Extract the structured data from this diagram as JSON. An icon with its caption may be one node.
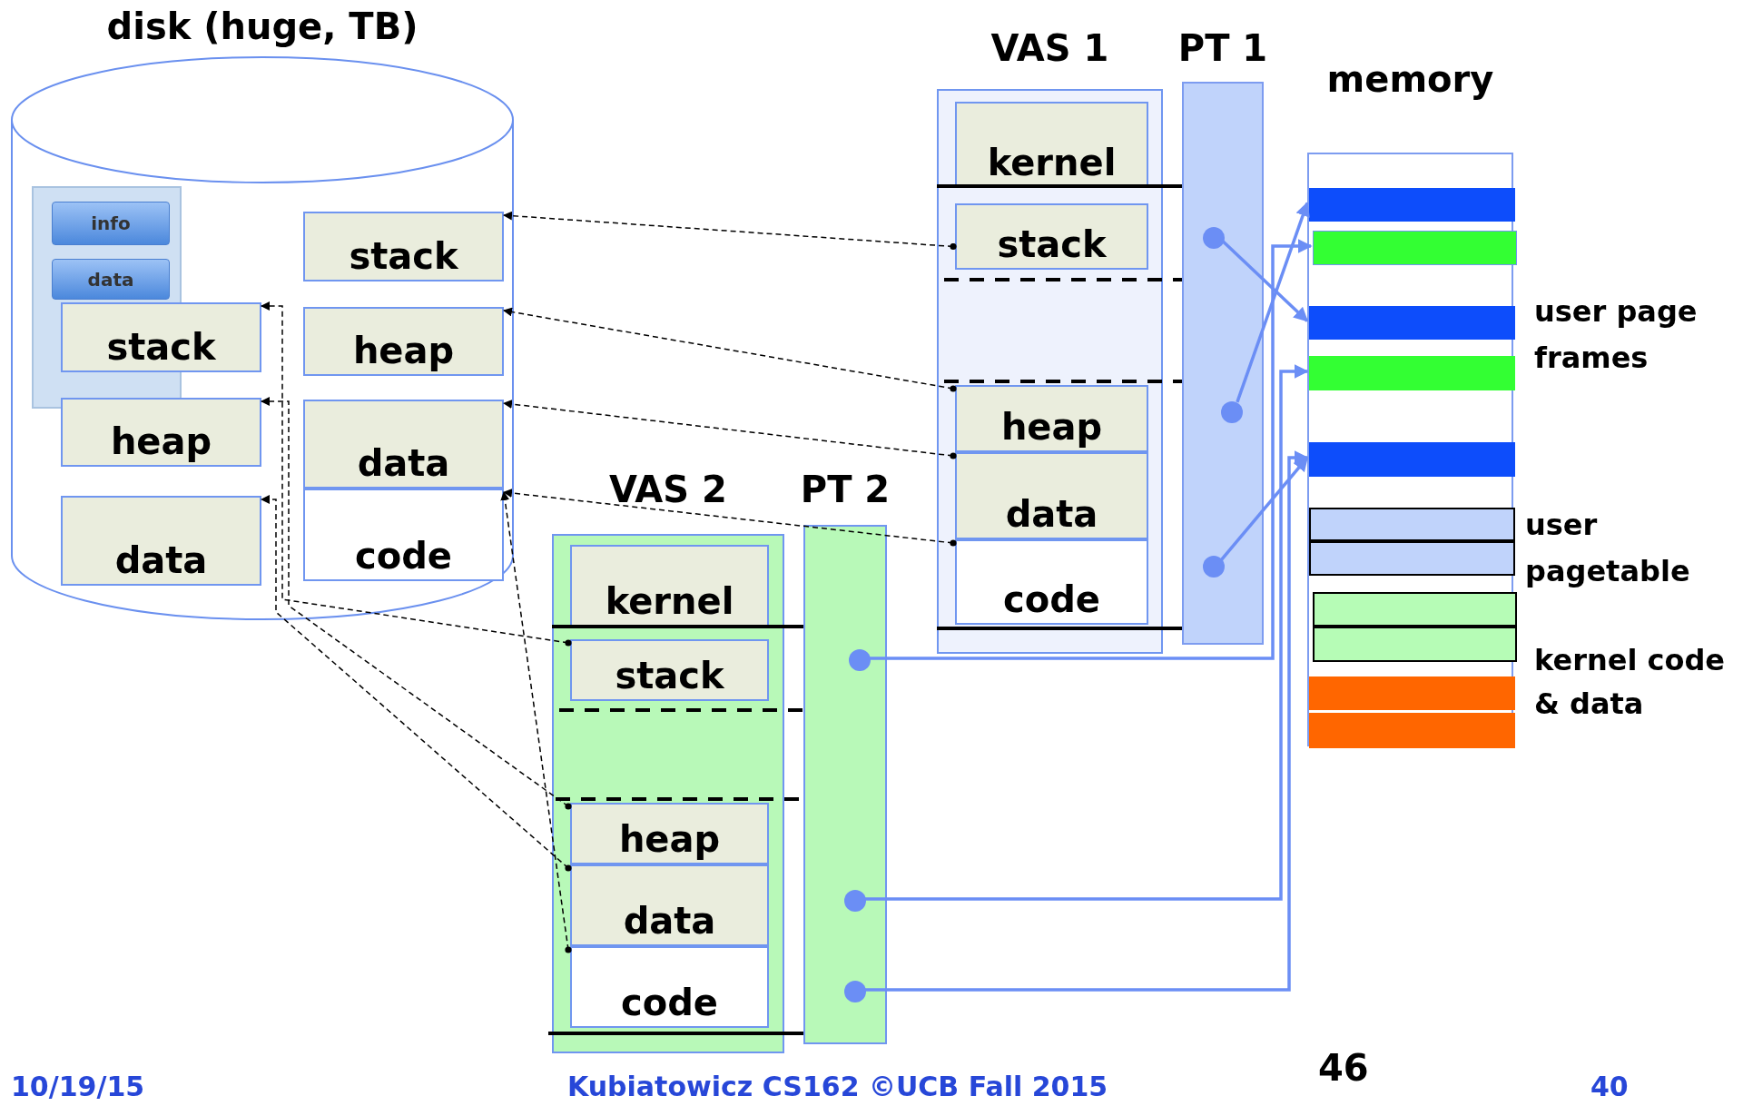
{
  "diagram": {
    "nodes": [
      {
        "text": [
          "disk (huge, TB)"
        ]
      },
      {
        "text": [],
        "shape": "box",
        "in": 0
      },
      {
        "text": [
          "info"
        ],
        "in": 1
      },
      {
        "text": [
          "data"
        ],
        "in": 1
      },
      {
        "text": [
          "stack"
        ],
        "in": 0
      },
      {
        "text": [
          "heap"
        ],
        "in": 0
      },
      {
        "text": [
          "data"
        ],
        "in": 0
      },
      {
        "text": [
          "stack"
        ],
        "in": 0
      },
      {
        "text": [
          "heap"
        ],
        "in": 0
      },
      {
        "text": [
          "data"
        ],
        "in": 0
      },
      {
        "text": [
          "code"
        ],
        "in": 0
      },
      {
        "text": [
          "VAS 1"
        ]
      },
      {
        "text": [
          "kernel"
        ],
        "in": 11
      },
      {
        "text": [
          "stack"
        ],
        "in": 11
      },
      {
        "text": [
          "heap"
        ],
        "in": 11
      },
      {
        "text": [
          "data"
        ],
        "in": 11
      },
      {
        "text": [
          "code"
        ],
        "in": 11
      },
      {
        "text": [
          "PT 1"
        ]
      },
      {
        "text": [],
        "shape": "circle",
        "in": 17
      },
      {
        "text": [],
        "shape": "circle",
        "in": 17
      },
      {
        "text": [],
        "shape": "circle",
        "in": 17
      },
      {
        "text": [
          "memory"
        ]
      },
      {
        "text": [],
        "shape": "bar",
        "in": 21
      },
      {
        "text": [],
        "shape": "bar",
        "in": 21
      },
      {
        "text": [],
        "shape": "bar",
        "in": 21
      },
      {
        "text": [],
        "shape": "bar",
        "in": 21
      },
      {
        "text": [],
        "shape": "bar",
        "in": 21
      },
      {
        "text": [],
        "shape": "bar",
        "in": 21
      },
      {
        "text": [],
        "shape": "bar",
        "in": 21
      },
      {
        "text": [],
        "shape": "bar",
        "in": 21
      },
      {
        "text": [],
        "shape": "bar",
        "in": 21
      },
      {
        "text": [],
        "shape": "bar",
        "in": 21
      },
      {
        "text": [],
        "shape": "bar",
        "in": 21
      },
      {
        "text": [
          "VAS 2"
        ]
      },
      {
        "text": [
          "kernel"
        ],
        "in": 33
      },
      {
        "text": [
          "stack"
        ],
        "in": 33
      },
      {
        "text": [
          "heap"
        ],
        "in": 33
      },
      {
        "text": [
          "data"
        ],
        "in": 33
      },
      {
        "text": [
          "code"
        ],
        "in": 33
      },
      {
        "text": [
          "PT 2"
        ]
      },
      {
        "text": [],
        "shape": "circle",
        "in": 39
      },
      {
        "text": [],
        "shape": "circle",
        "in": 39
      },
      {
        "text": [],
        "shape": "circle",
        "in": 39
      }
    ],
    "edges": [
      {
        "from": 13,
        "to": 7,
        "arrow": "to",
        "style": "dashed"
      },
      {
        "from": 14,
        "to": 8,
        "arrow": "to",
        "style": "dashed"
      },
      {
        "from": 15,
        "to": 9,
        "arrow": "to",
        "style": "dashed"
      },
      {
        "from": 16,
        "to": 10,
        "arrow": "to",
        "style": "dashed"
      },
      {
        "from": 35,
        "to": 4,
        "arrow": "to",
        "style": "dashed"
      },
      {
        "from": 36,
        "to": 5,
        "arrow": "to",
        "style": "dashed"
      },
      {
        "from": 37,
        "to": 6,
        "arrow": "to",
        "style": "dashed"
      },
      {
        "from": 38,
        "to": 10,
        "arrow": "to",
        "style": "dashed"
      },
      {
        "from": 18,
        "to": 24,
        "arrow": "to",
        "color": "#6b8ef5"
      },
      {
        "from": 19,
        "to": 22,
        "arrow": "to",
        "color": "#6b8ef5"
      },
      {
        "from": 20,
        "to": 26,
        "arrow": "to",
        "color": "#6b8ef5"
      },
      {
        "from": 40,
        "to": 23,
        "arrow": "to",
        "color": "#6b8ef5"
      },
      {
        "from": 41,
        "to": 25,
        "arrow": "to",
        "color": "#6b8ef5"
      },
      {
        "from": 42,
        "to": 26,
        "arrow": "to",
        "color": "#6b8ef5"
      }
    ],
    "labels": [
      "user page frames",
      "user pagetable",
      "kernel code & data",
      "10/19/15",
      "Kubiatowicz CS162 ©UCB Fall 2015",
      "46",
      "40"
    ]
  }
}
